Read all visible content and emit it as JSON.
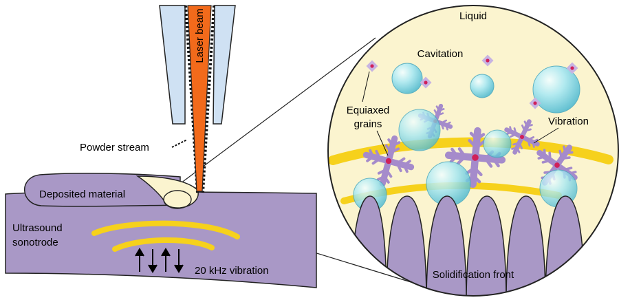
{
  "labels": {
    "laser_beam": "Laser beam",
    "powder_stream": "Powder stream",
    "deposited_material": "Deposited material",
    "ultrasound_sonotrode_line1": "Ultrasound",
    "ultrasound_sonotrode_line2": "sonotrode",
    "vibration_20khz": "20 kHz vibration",
    "liquid": "Liquid",
    "cavitation": "Cavitation",
    "equiaxed_line1": "Equiaxed",
    "equiaxed_line2": "grains",
    "vibration": "Vibration",
    "solidification_front": "Solidification front"
  },
  "colors": {
    "substrate": "#a998c6",
    "laser": "#f26a1b",
    "nozzle": "#cfe1f3",
    "liquid": "#fbf4cf",
    "vibration_band": "#f6d11c",
    "grain": "#b29bd0",
    "bubble": "#8fdcea",
    "nucleus": "#d0205a"
  }
}
